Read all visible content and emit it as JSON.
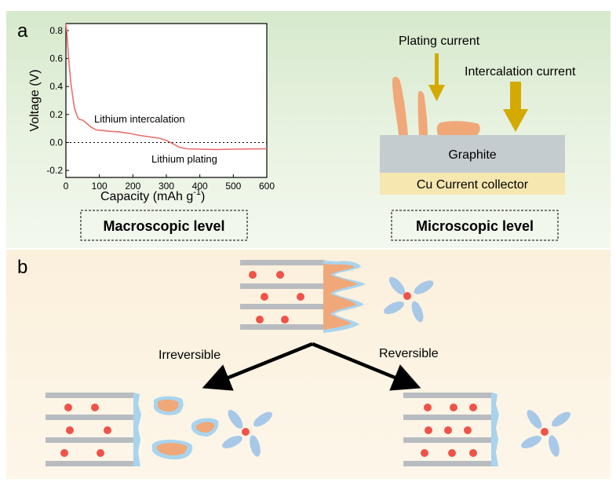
{
  "panel_a": {
    "label": "a",
    "chart_data": {
      "type": "line",
      "xlabel": "Capacity (mAh g",
      "xlabel_sup": "-1",
      "xlabel_close": ")",
      "ylabel": "Voltage (V)",
      "xlim": [
        0,
        600
      ],
      "ylim": [
        -0.25,
        0.85
      ],
      "xticks": [
        0,
        100,
        200,
        300,
        400,
        500,
        600
      ],
      "xtick_labels": [
        "0",
        "100",
        "200",
        "300",
        "400",
        "500",
        "600"
      ],
      "yticks": [
        -0.2,
        0.0,
        0.2,
        0.4,
        0.6,
        0.8
      ],
      "ytick_labels": [
        "-0.2",
        "0.0",
        "0.2",
        "0.4",
        "0.6",
        "0.8"
      ],
      "reference_line_y": 0.0,
      "series": [
        {
          "color": "#e8706a",
          "x": [
            0,
            3,
            8,
            15,
            25,
            35,
            40,
            50,
            60,
            75,
            90,
            110,
            130,
            160,
            190,
            220,
            250,
            280,
            300,
            320,
            340,
            360,
            400,
            450,
            500,
            550,
            600
          ],
          "y": [
            0.85,
            0.78,
            0.6,
            0.42,
            0.25,
            0.18,
            0.165,
            0.16,
            0.14,
            0.11,
            0.09,
            0.085,
            0.08,
            0.075,
            0.065,
            0.05,
            0.04,
            0.03,
            0.015,
            -0.01,
            -0.035,
            -0.045,
            -0.048,
            -0.05,
            -0.048,
            -0.046,
            -0.045
          ]
        }
      ],
      "annotations": [
        "Lithium intercalation",
        "Lithium plating"
      ]
    },
    "macro_box": "Macroscopic level",
    "micro_box": "Microscopic level",
    "plating_current": "Plating current",
    "intercalation_current": "Intercalation current",
    "graphite": "Graphite",
    "collector": "Cu Current collector"
  },
  "panel_b": {
    "label": "b",
    "irreversible": "Irreversible",
    "reversible": "Reversible"
  },
  "colors": {
    "curve": "#e8706a",
    "plating": "#f0a878",
    "arrow": "#d4aa00",
    "graphite": "#c5ccd0",
    "collector": "#f6e6b0",
    "layer": "#b8bcc0",
    "ion": "#f0524a",
    "sei": "#a8d4ee",
    "solvent": "#a8c8e8"
  }
}
